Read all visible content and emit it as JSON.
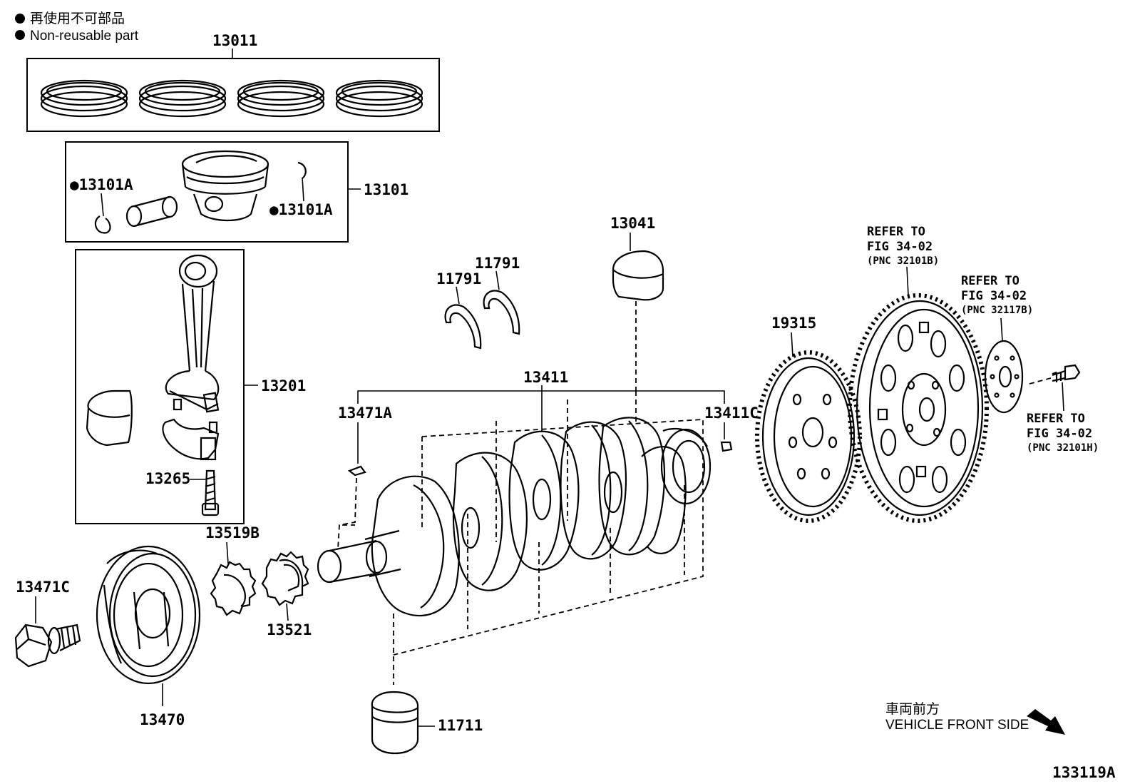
{
  "legend": {
    "jp": "再使用不可部品",
    "en": "Non-reusable part"
  },
  "labels": {
    "l13011": "13011",
    "l13101": "13101",
    "l13101A_1": "●13101A",
    "l13101A_2": "●13101A",
    "l13201": "13201",
    "l13265": "13265",
    "l13041": "13041",
    "l11791a": "11791",
    "l11791b": "11791",
    "l13411": "13411",
    "l13471A": "13471A",
    "l13411C": "13411C",
    "l19315": "19315",
    "l13519B": "13519B",
    "l13521": "13521",
    "l13471C": "13471C",
    "l13470": "13470",
    "l11711": "11711"
  },
  "refers": [
    {
      "line1": "REFER TO",
      "line2": "FIG 34-02",
      "line3": "(PNC 32101B)"
    },
    {
      "line1": "REFER TO",
      "line2": "FIG 34-02",
      "line3": "(PNC 32117B)"
    },
    {
      "line1": "REFER TO",
      "line2": "FIG 34-02",
      "line3": "(PNC 32101H)"
    }
  ],
  "direction": {
    "jp": "車両前方",
    "en": "VEHICLE FRONT SIDE"
  },
  "figure_code": "133119A"
}
